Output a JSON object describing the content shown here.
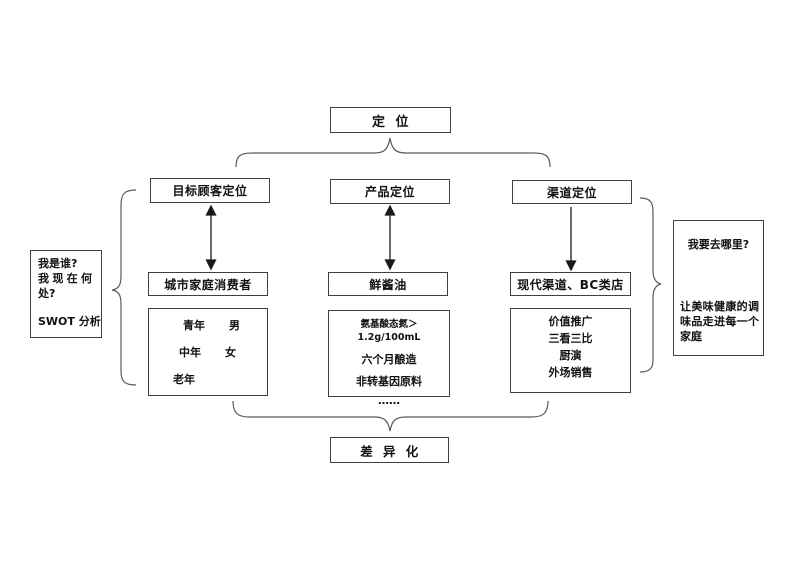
{
  "colors": {
    "background": "#ffffff",
    "brace_line": "#5a5a5a",
    "arrow": "#1a1a1a",
    "box_border": "#3f3f3f",
    "text": "#111111"
  },
  "diagram": {
    "title_box": "定  位",
    "bottom_box": "差  异  化",
    "left_note": {
      "line1": "我是谁?",
      "line2": "我现在何处?",
      "line3": "SWOT 分析"
    },
    "right_note": {
      "question": "我要去哪里?",
      "answer": "让美味健康的调味品走进每一个家庭"
    },
    "columns": [
      {
        "header": "目标顾客定位",
        "middle": "城市家庭消费者",
        "rows": [
          [
            "青年",
            "男"
          ],
          [
            "中年",
            "女"
          ],
          [
            "老年",
            ""
          ]
        ]
      },
      {
        "header": "产品定位",
        "middle": "鲜酱油",
        "details": [
          "氨基酸态氮＞ 1.2g/100mL",
          "六个月酿造",
          "非转基因原料",
          "……"
        ]
      },
      {
        "header": "渠道定位",
        "middle": "现代渠道、BC类店",
        "details": [
          "价值推广",
          "三看三比",
          "厨演",
          "外场销售"
        ]
      }
    ]
  }
}
